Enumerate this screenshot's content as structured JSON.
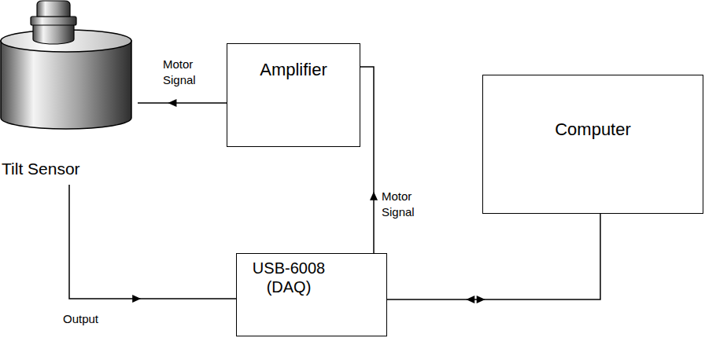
{
  "diagram": {
    "nodes": [
      {
        "text": [
          "Tilt Sensor"
        ]
      },
      {
        "text": [
          "Amplifier"
        ]
      },
      {
        "text": [
          "Computer"
        ]
      },
      {
        "text": [
          "USB-6008 (DAQ)"
        ]
      }
    ],
    "edges": [
      {
        "from": 1,
        "to": 0,
        "arrow": "to",
        "label": "Motor Signal"
      },
      {
        "from": 3,
        "to": 1,
        "arrow": "to",
        "label": "Motor Signal"
      },
      {
        "from": 0,
        "to": 3,
        "arrow": "to",
        "label": "Output"
      },
      {
        "from": 3,
        "to": 2,
        "arrow": "both"
      }
    ]
  }
}
